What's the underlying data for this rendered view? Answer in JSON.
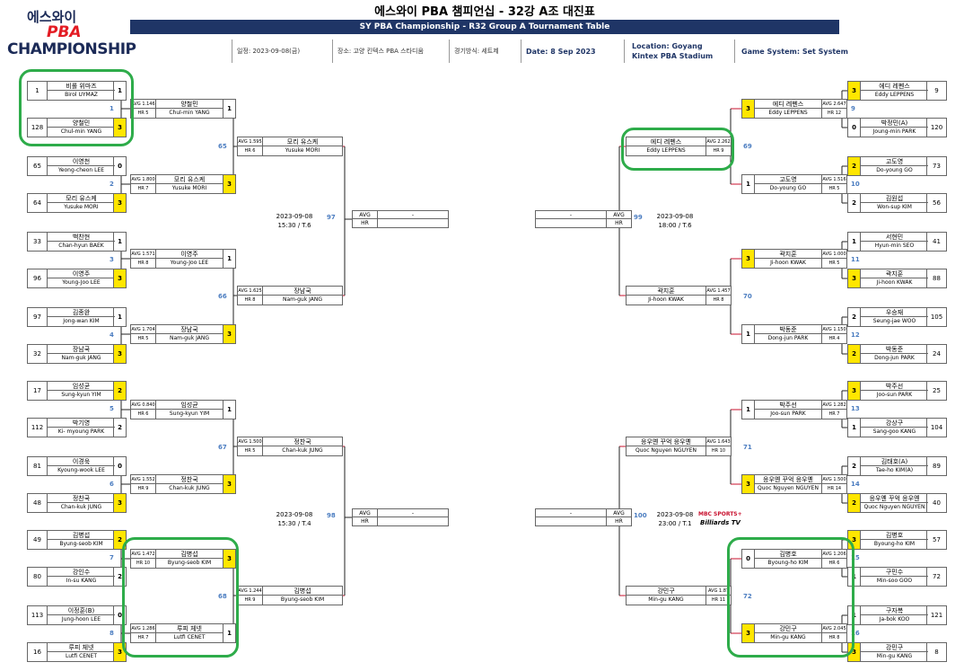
{
  "header": {
    "logo_line1": "에스와이",
    "logo_line2": "PBA",
    "logo_line3": "CHAMPIONSHIP",
    "title": "에스와이 PBA 챔피언십 - 32강 A조 대진표",
    "subtitle": "SY PBA Championship - R32 Group A Tournament Table",
    "info_date_kr": "일정: 2023-09-08(금)",
    "info_venue_kr": "장소: 고양 킨텍스 PBA 스타디움",
    "info_system_kr": "경기방식: 세트제",
    "info_date_en": "Date: 8 Sep 2023",
    "info_location_en": "Location: Goyang Kintex PBA Stadium",
    "info_system_en": "Game System: Set System"
  },
  "labels": {
    "avg": "AVG",
    "hr": "HR",
    "dash": "-"
  },
  "left_players": [
    {
      "seed": "1",
      "kr": "비롤 위마즈",
      "en": "Birol UYMAZ",
      "score": "1",
      "win": false
    },
    {
      "seed": "128",
      "kr": "양철민",
      "en": "Chul-min YANG",
      "score": "3",
      "win": true
    },
    {
      "seed": "65",
      "kr": "이영천",
      "en": "Yeong-cheon LEE",
      "score": "0",
      "win": false
    },
    {
      "seed": "64",
      "kr": "모리 유스케",
      "en": "Yusuke MORI",
      "score": "3",
      "win": true
    },
    {
      "seed": "33",
      "kr": "백찬현",
      "en": "Chan-hyun BAEK",
      "score": "1",
      "win": false
    },
    {
      "seed": "96",
      "kr": "이영주",
      "en": "Young-Joo LEE",
      "score": "3",
      "win": true
    },
    {
      "seed": "97",
      "kr": "김종완",
      "en": "Jong-wan KIM",
      "score": "1",
      "win": false
    },
    {
      "seed": "32",
      "kr": "장남국",
      "en": "Nam-guk JANG",
      "score": "3",
      "win": true
    },
    {
      "seed": "17",
      "kr": "임성균",
      "en": "Sung-kyun YIM",
      "score": "2",
      "win": true
    },
    {
      "seed": "112",
      "kr": "박기영",
      "en": "Ki- myoung PARK",
      "score": "2",
      "win": false
    },
    {
      "seed": "81",
      "kr": "이경욱",
      "en": "Kyoung-wook LEE",
      "score": "0",
      "win": false
    },
    {
      "seed": "48",
      "kr": "정찬국",
      "en": "Chan-kuk JUNG",
      "score": "3",
      "win": true
    },
    {
      "seed": "49",
      "kr": "김병섭",
      "en": "Byung-seob KIM",
      "score": "2",
      "win": true
    },
    {
      "seed": "80",
      "kr": "강인수",
      "en": "In-su KANG",
      "score": "2",
      "win": false
    },
    {
      "seed": "113",
      "kr": "이정훈(B)",
      "en": "Jung-hoon LEE",
      "score": "0",
      "win": false
    },
    {
      "seed": "16",
      "kr": "루피 체넷",
      "en": "Lutfi CENET",
      "score": "3",
      "win": true
    }
  ],
  "right_players": [
    {
      "seed": "9",
      "kr": "에디 레펜스",
      "en": "Eddy LEPPENS",
      "score": "3",
      "win": true
    },
    {
      "seed": "120",
      "kr": "박정민(A)",
      "en": "Joung-min PARK",
      "score": "0",
      "win": false
    },
    {
      "seed": "73",
      "kr": "고도영",
      "en": "Do-young GO",
      "score": "2",
      "win": true
    },
    {
      "seed": "56",
      "kr": "김원섭",
      "en": "Won-sup KIM",
      "score": "2",
      "win": false
    },
    {
      "seed": "41",
      "kr": "서현민",
      "en": "Hyun-min SEO",
      "score": "1",
      "win": false
    },
    {
      "seed": "88",
      "kr": "곽지훈",
      "en": "Ji-hoon KWAK",
      "score": "3",
      "win": true
    },
    {
      "seed": "105",
      "kr": "우승재",
      "en": "Seung-jae WOO",
      "score": "2",
      "win": false
    },
    {
      "seed": "24",
      "kr": "박동준",
      "en": "Dong-jun PARK",
      "score": "2",
      "win": true
    },
    {
      "seed": "25",
      "kr": "박주선",
      "en": "Joo-sun PARK",
      "score": "3",
      "win": true
    },
    {
      "seed": "104",
      "kr": "강상구",
      "en": "Sang-goo KANG",
      "score": "1",
      "win": false
    },
    {
      "seed": "89",
      "kr": "김태호(A)",
      "en": "Tae-ho KIM(A)",
      "score": "2",
      "win": false
    },
    {
      "seed": "40",
      "kr": "응우옌 꾸억 응우옌",
      "en": "Quoc Nguyen NGUYEN",
      "score": "2",
      "win": true
    },
    {
      "seed": "57",
      "kr": "김병호",
      "en": "Byoung-ho KIM",
      "score": "3",
      "win": true
    },
    {
      "seed": "72",
      "kr": "구민수",
      "en": "Min-soo GOO",
      "score": "1",
      "win": false
    },
    {
      "seed": "121",
      "kr": "구자복",
      "en": "Ja-bok KOO",
      "score": "1",
      "win": false
    },
    {
      "seed": "8",
      "kr": "강민구",
      "en": "Min-gu KANG",
      "score": "3",
      "win": true
    }
  ],
  "left_r16": [
    {
      "avg": "AVG 1.146",
      "hr": "HR 5",
      "kr": "양철민",
      "en": "Chul-min YANG",
      "score": "1",
      "win": false
    },
    {
      "avg": "AVG 1.800",
      "hr": "HR 7",
      "kr": "모리 유스케",
      "en": "Yusuke MORI",
      "score": "3",
      "win": true
    },
    {
      "avg": "AVG 1.571",
      "hr": "HR 8",
      "kr": "이영주",
      "en": "Young-Joo LEE",
      "score": "1",
      "win": false
    },
    {
      "avg": "AVG 1.704",
      "hr": "HR 5",
      "kr": "장남국",
      "en": "Nam-guk JANG",
      "score": "3",
      "win": true
    },
    {
      "avg": "AVG 0.840",
      "hr": "HR 6",
      "kr": "임성균",
      "en": "Sung-kyun YIM",
      "score": "1",
      "win": false
    },
    {
      "avg": "AVG 1.552",
      "hr": "HR 9",
      "kr": "정찬국",
      "en": "Chan-kuk JUNG",
      "score": "3",
      "win": true
    },
    {
      "avg": "AVG 1.472",
      "hr": "HR 10",
      "kr": "김병섭",
      "en": "Byung-seob KIM",
      "score": "3",
      "win": true
    },
    {
      "avg": "AVG 1.286",
      "hr": "HR 7",
      "kr": "루피 체넷",
      "en": "Lutfi CENET",
      "score": "1",
      "win": false
    }
  ],
  "left_qf": [
    {
      "avg": "AVG 1.595",
      "hr": "HR 6",
      "kr": "모리 유스케",
      "en": "Yusuke MORI"
    },
    {
      "avg": "AVG 1.625",
      "hr": "HR 8",
      "kr": "장남국",
      "en": "Nam-guk JANG"
    },
    {
      "avg": "AVG 1.500",
      "hr": "HR 5",
      "kr": "정찬국",
      "en": "Chan-kuk JUNG"
    },
    {
      "avg": "AVG 1.244",
      "hr": "HR 9",
      "kr": "김병섭",
      "en": "Byung-seob KIM"
    }
  ],
  "right_r16": [
    {
      "avg": "AVG 2.647",
      "hr": "HR 12",
      "kr": "에디 레펜스",
      "en": "Eddy LEPPENS",
      "score": "3",
      "win": true
    },
    {
      "avg": "AVG 1.516",
      "hr": "HR 5",
      "kr": "고도영",
      "en": "Do-young GO",
      "score": "1",
      "win": false
    },
    {
      "avg": "AVG 1.000",
      "hr": "HR 5",
      "kr": "곽지훈",
      "en": "Ji-hoon KWAK",
      "score": "3",
      "win": true
    },
    {
      "avg": "AVG 1.150",
      "hr": "HR 4",
      "kr": "박동준",
      "en": "Dong-jun PARK",
      "score": "1",
      "win": false
    },
    {
      "avg": "AVG 1.282",
      "hr": "HR 7",
      "kr": "박주선",
      "en": "Joo-sun PARK",
      "score": "1",
      "win": false
    },
    {
      "avg": "AVG 1.500",
      "hr": "HR 14",
      "kr": "응우옌 꾸억 응우옌",
      "en": "Quoc Nguyen NGUYEN",
      "score": "3",
      "win": true
    },
    {
      "avg": "AVG 1.206",
      "hr": "HR 6",
      "kr": "김병호",
      "en": "Byoung-ho KIM",
      "score": "0",
      "win": false
    },
    {
      "avg": "AVG 2.045",
      "hr": "HR 8",
      "kr": "강민구",
      "en": "Min-gu KANG",
      "score": "3",
      "win": true
    }
  ],
  "right_qf": [
    {
      "avg": "AVG 2.262",
      "hr": "HR 9",
      "kr": "에디 레펜스",
      "en": "Eddy LEPPENS"
    },
    {
      "avg": "AVG 1.457",
      "hr": "HR 8",
      "kr": "곽지훈",
      "en": "Ji-hoon KWAK"
    },
    {
      "avg": "AVG 1.643",
      "hr": "HR 10",
      "kr": "응우옌 꾸억 응우옌",
      "en": "Quoc Nguyen NGUYEN"
    },
    {
      "avg": "AVG 1.87",
      "hr": "HR 11",
      "kr": "강민구",
      "en": "Min-gu KANG"
    }
  ],
  "match_numbers": {
    "left_r32": [
      "1",
      "2",
      "3",
      "4",
      "5",
      "6",
      "7",
      "8"
    ],
    "left_r16": [
      "65",
      "66",
      "67",
      "68"
    ],
    "left_qf": [
      "97",
      "98"
    ],
    "right_r32": [
      "9",
      "10",
      "11",
      "12",
      "13",
      "14",
      "15",
      "16"
    ],
    "right_r16": [
      "69",
      "70",
      "71",
      "72"
    ],
    "right_qf": [
      "99",
      "100"
    ]
  },
  "final_times": {
    "left_1_date": "2023-09-08",
    "left_1_time": "15:30 / T.6",
    "left_2_date": "2023-09-08",
    "left_2_time": "15:30 / T.4",
    "right_1_date": "2023-09-08",
    "right_1_time": "18:00 / T.6",
    "right_2_date": "2023-09-08",
    "right_2_time": "23:00 / T.1"
  },
  "broadcast": {
    "line1": "MBC SPORTS+",
    "line2": "Billiards TV"
  },
  "colors": {
    "highlight": "#2eac4a",
    "winner": "#ffe600",
    "header_bg": "#1f3566",
    "match_number": "#4a7cc0",
    "line_red": "#c8102e"
  }
}
